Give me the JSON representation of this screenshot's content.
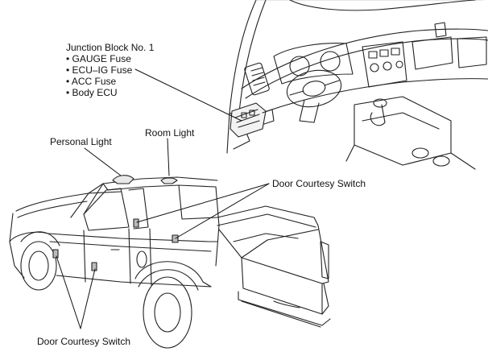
{
  "labels": {
    "junction_block": {
      "title": "Junction Block No. 1",
      "items": [
        "GAUGE Fuse",
        "ECU–IG Fuse",
        "ACC Fuse",
        "Body ECU"
      ]
    },
    "personal_light": "Personal Light",
    "room_light": "Room Light",
    "door_courtesy_switch_right": "Door Courtesy Switch",
    "door_courtesy_switch_bottom": "Door Courtesy Switch"
  }
}
